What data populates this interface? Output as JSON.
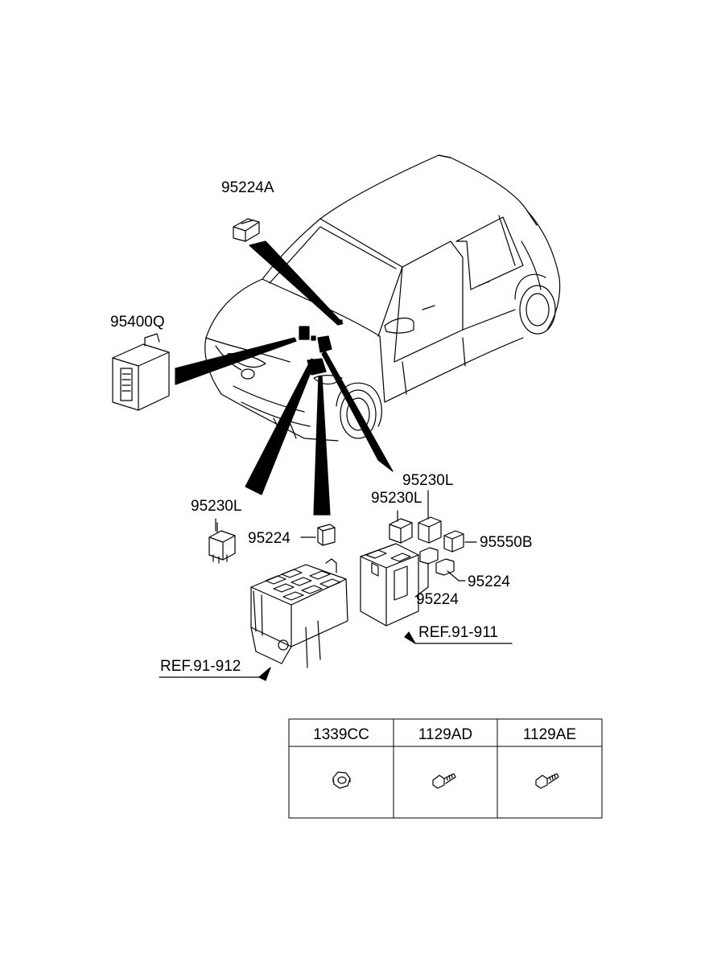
{
  "labels": {
    "p95224A": "95224A",
    "p95400Q": "95400Q",
    "p95230L_left": "95230L",
    "p95224_mid": "95224",
    "p95230L_right_top": "95230L",
    "p95230L_right": "95230L",
    "p95550B": "95550B",
    "p95224_right": "95224",
    "p95224_lower": "95224",
    "ref_91_911": "REF.91-911",
    "ref_91_912": "REF.91-912"
  },
  "hardware_table": {
    "headers": [
      "1339CC",
      "1129AD",
      "1129AE"
    ],
    "icons": [
      "nut-icon",
      "bolt-icon",
      "bolt-icon"
    ]
  }
}
